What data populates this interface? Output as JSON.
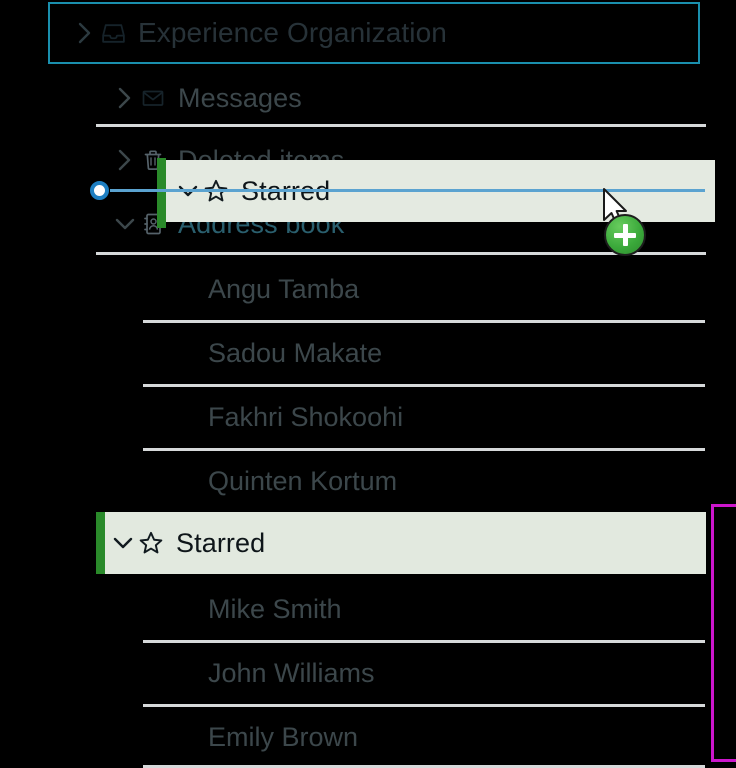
{
  "tree": {
    "root": {
      "label": "Experience Organization",
      "icon": "inbox-icon",
      "chevron": "chevron-right-icon",
      "selected_outline_color": "#1a8fad",
      "expanded": false
    },
    "nodes": [
      {
        "label": "Messages",
        "icon": "envelope-icon",
        "chevron": "chevron-right-icon",
        "expanded": false
      },
      {
        "label": "Deleted items",
        "icon": "trash-icon",
        "chevron": "chevron-right-icon",
        "expanded": false
      },
      {
        "label": "Address book",
        "icon": "address-book-icon",
        "chevron": "chevron-down-icon",
        "expanded": true
      }
    ]
  },
  "address_book": {
    "contacts": [
      {
        "name": "Angu Tamba"
      },
      {
        "name": "Sadou Makate"
      },
      {
        "name": "Fakhri Shokoohi"
      },
      {
        "name": "Quinten Kortum"
      }
    ]
  },
  "starred_group": {
    "label": "Starred",
    "icon": "star-icon",
    "chevron": "chevron-down-icon",
    "expanded": true,
    "accent_bar_color": "#2a8a2a",
    "background_color": "#e2e9df",
    "contacts": [
      {
        "name": "Mike Smith"
      },
      {
        "name": "John Williams"
      },
      {
        "name": "Emily Brown"
      }
    ]
  },
  "drag": {
    "ghost_label": "Starred",
    "ghost_icon": "star-icon",
    "ghost_chevron": "chevron-down-icon",
    "ghost_background_color": "#e4eae1",
    "accent_bar_color": "#2a8a2a",
    "drop_indicator_color": "#5ba3d0",
    "drop_handle_color": "#1e7fc2",
    "badge_icon": "plus-icon",
    "badge_color": "#3aa83a",
    "cursor_icon": "arrow-cursor-icon"
  },
  "selection_marquee": {
    "color": "#cc16cc"
  }
}
